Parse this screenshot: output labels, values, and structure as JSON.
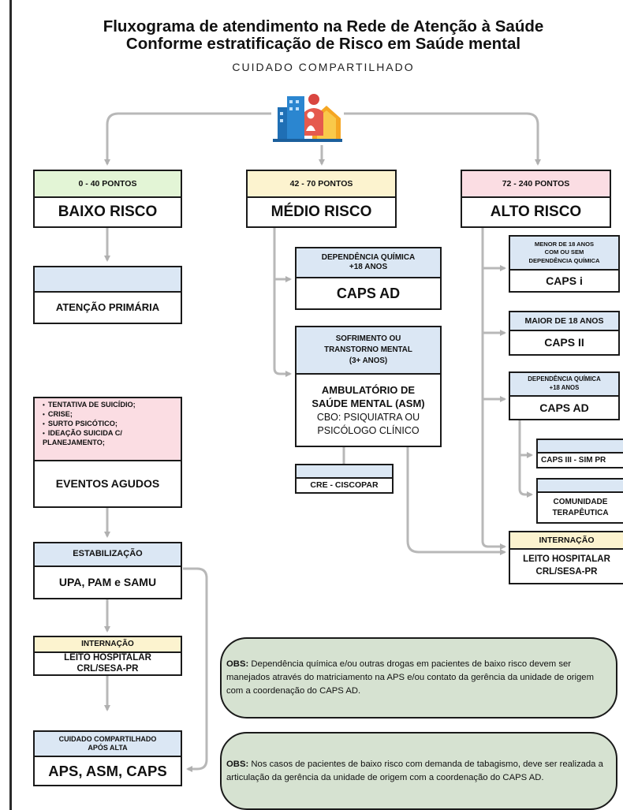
{
  "title": {
    "line1": "Fluxograma de atendimento na Rede de Atenção à Saúde",
    "line2": "Conforme estratificação de Risco em Saúde mental",
    "subtitle": "CUIDADO COMPARTILHADO"
  },
  "logo": {
    "icon": "health-network-logo-icon"
  },
  "risk": {
    "low": {
      "points": "0 - 40 PONTOS",
      "label": "BAIXO RISCO"
    },
    "medium": {
      "points": "42 - 70 PONTOS",
      "label": "MÉDIO RISCO"
    },
    "high": {
      "points": "72 - 240 PONTOS",
      "label": "ALTO RISCO"
    }
  },
  "low_path": {
    "primary": {
      "header": "",
      "label": "ATENÇÃO PRIMÁRIA"
    },
    "acute": {
      "items": [
        "TENTATIVA DE SUICÍDIO;",
        "CRISE;",
        "SURTO PSICÓTICO;",
        "IDEAÇÃO SUICIDA C/ PLANEJAMENTO;"
      ],
      "label": "EVENTOS AGUDOS"
    },
    "stabilization": {
      "header": "ESTABILIZAÇÃO",
      "label": "UPA, PAM e SAMU"
    },
    "hospitalization": {
      "header": "INTERNAÇÃO",
      "line1": "LEITO HOSPITALAR",
      "line2": "CRL/SESA-PR"
    },
    "after_discharge": {
      "header_line1": "CUIDADO COMPARTILHADO",
      "header_line2": "APÓS ALTA",
      "label": "APS, ASM, CAPS"
    }
  },
  "medium_path": {
    "caps_ad": {
      "header_line1": "DEPENDÊNCIA QUÍMICA",
      "header_line2": "+18 ANOS",
      "label": "CAPS AD"
    },
    "asm": {
      "header_line1": "SOFRIMENTO OU",
      "header_line2": "TRANSTORNO MENTAL",
      "header_line3": "(3+ ANOS)",
      "line1": "AMBULATÓRIO DE",
      "line2": "SAÚDE MENTAL (ASM)",
      "line3": "CBO: PSIQUIATRA OU",
      "line4": "PSICÓLOGO CLÍNICO"
    },
    "cre": {
      "header": "",
      "label": "CRE - CISCOPAR"
    }
  },
  "high_path": {
    "caps_i": {
      "header_line1": "MENOR DE 18 ANOS",
      "header_line2": "COM OU SEM",
      "header_line3": "DEPENDÊNCIA QUÍMICA",
      "label": "CAPS i"
    },
    "caps_ii": {
      "header": "MAIOR DE 18 ANOS",
      "label": "CAPS II"
    },
    "caps_ad": {
      "header_line1": "DEPENDÊNCIA QUÍMICA",
      "header_line2": "+18 ANOS",
      "label": "CAPS AD"
    },
    "caps_iii": {
      "header": "",
      "label": "CAPS III - SIM PR"
    },
    "community": {
      "header": "",
      "line1": "COMUNIDADE",
      "line2": "TERAPÊUTICA"
    },
    "hospitalization": {
      "header": "INTERNAÇÃO",
      "line1": "LEITO HOSPITALAR",
      "line2": "CRL/SESA-PR"
    }
  },
  "notes": {
    "note1": {
      "label": "OBS:",
      "text": " Dependência química e/ou outras drogas em pacientes de baixo risco devem ser manejados através do matriciamento na APS e/ou contato  da gerência da unidade de origem com a coordenação do CAPS AD."
    },
    "note2": {
      "label": "OBS:",
      "text": " Nos casos de pacientes de baixo risco com demanda de tabagismo, deve ser realizada a articulação da gerência da unidade de origem com a coordenação do CAPS AD."
    }
  },
  "colors": {
    "low": "#e3f5d6",
    "medium": "#fcf3cf",
    "high": "#fbdde3",
    "info": "#dbe7f4",
    "note": "#d6e2d1",
    "connector": "#b8b8b8"
  }
}
